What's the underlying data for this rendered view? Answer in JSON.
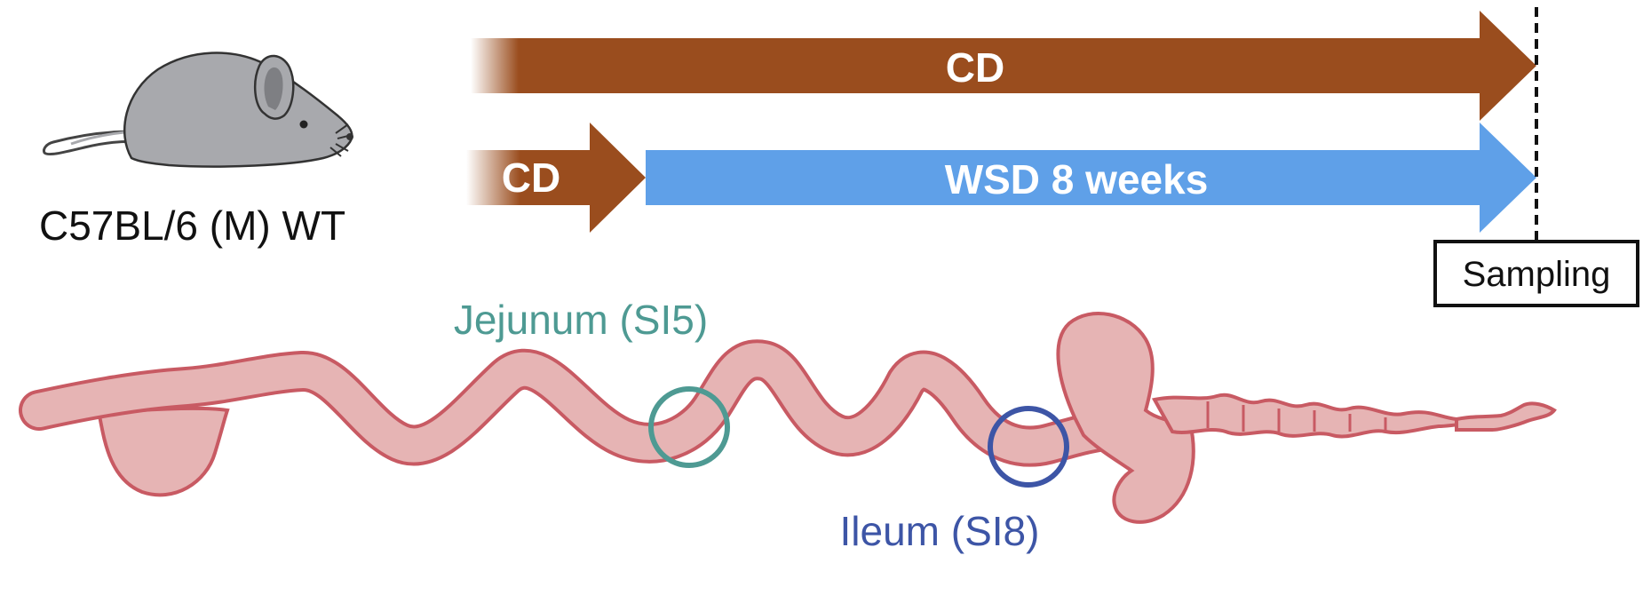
{
  "mouse": {
    "label": "C57BL/6 (M) WT"
  },
  "timeline": {
    "control_arrow_label": "CD",
    "pre_arrow_label": "CD",
    "treatment_arrow_label": "WSD 8 weeks",
    "endpoint_label": "Sampling"
  },
  "intestine": {
    "site_jejunum_label": "Jejunum (SI5)",
    "site_ileum_label": "Ileum (SI8)"
  },
  "colors": {
    "cd_brown": "#9A4D1E",
    "wsd_blue": "#5FA0E8",
    "intestine_fill": "#E6B4B4",
    "intestine_stroke": "#C85A63",
    "jejunum_teal": "#4E9A93",
    "ileum_navy": "#3D55A6",
    "mouse_gray": "#A8A9AD"
  }
}
